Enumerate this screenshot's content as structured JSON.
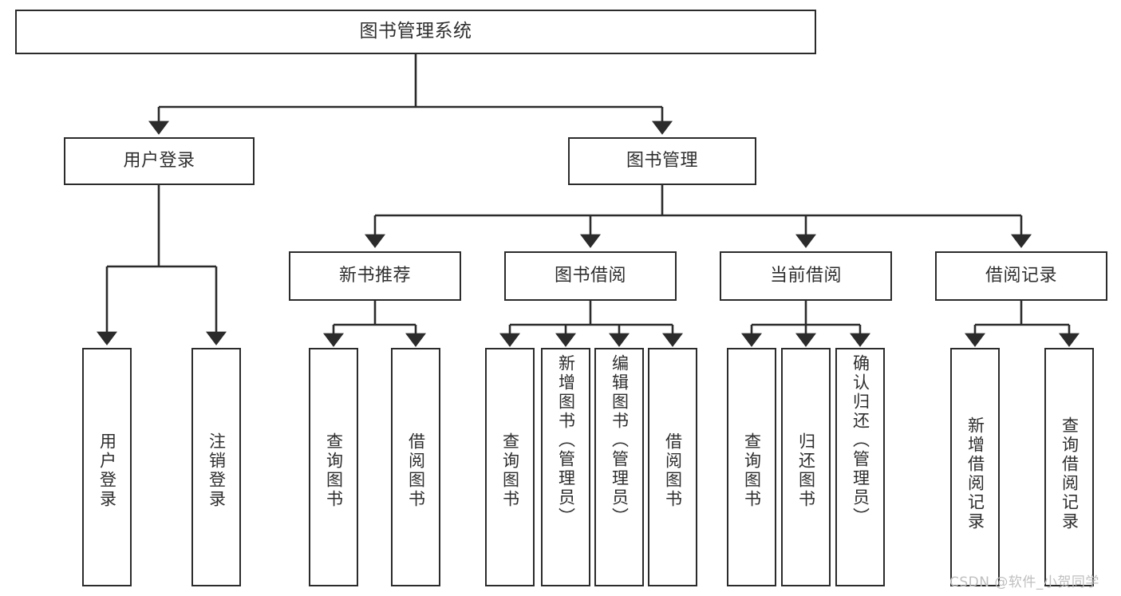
{
  "diagram": {
    "type": "tree",
    "title": "图书管理系统",
    "watermark": "CSDN @软件_小贺同学",
    "colors": {
      "border": "#2b2b2b",
      "text": "#2e2e2e",
      "background": "#ffffff",
      "edge": "#2b2b2b",
      "watermark": "#bfbfbf"
    }
  },
  "root": {
    "label": "图书管理系统"
  },
  "level2": [
    {
      "label": "用户登录"
    },
    {
      "label": "图书管理"
    }
  ],
  "level3": [
    {
      "label": "新书推荐"
    },
    {
      "label": "图书借阅"
    },
    {
      "label": "当前借阅"
    },
    {
      "label": "借阅记录"
    }
  ],
  "leaves": {
    "user_login": [
      {
        "label": "用户登录"
      },
      {
        "label": "注销登录"
      }
    ],
    "new_book": [
      {
        "label": "查询图书"
      },
      {
        "label": "借阅图书"
      }
    ],
    "book_borrow": [
      {
        "label": "查询图书"
      },
      {
        "label": "新增图书（管理员）"
      },
      {
        "label": "编辑图书（管理员）"
      },
      {
        "label": "借阅图书"
      }
    ],
    "current_borrow": [
      {
        "label": "查询图书"
      },
      {
        "label": "归还图书"
      },
      {
        "label": "确认归还（管理员）"
      }
    ],
    "borrow_record": [
      {
        "label": "新增借阅记录"
      },
      {
        "label": "查询借阅记录"
      }
    ]
  }
}
